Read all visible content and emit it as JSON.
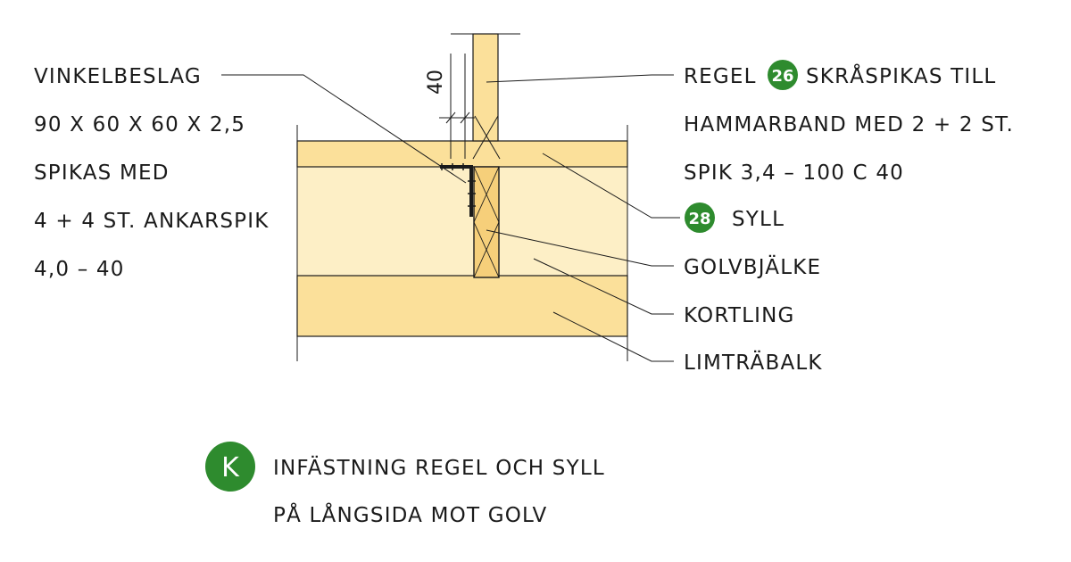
{
  "left_note": {
    "lines": [
      "VINKELBESLAG",
      "90 X 60 X 60 X 2,5",
      "SPIKAS MED",
      "4 + 4 ST. ANKARSPIK",
      "4,0 – 40"
    ]
  },
  "right_note": {
    "line1_before": "REGEL",
    "line1_badge": "26",
    "line1_after": "SKRÅSPIKAS TILL",
    "line2": "HAMMARBAND MED 2 + 2 ST.",
    "line3": "SPIK 3,4 – 100 C 40"
  },
  "labels": {
    "syll_badge": "28",
    "syll": "SYLL",
    "golvbjalke": "GOLVBJÄLKE",
    "kortling": "KORTLING",
    "limtrabalk": "LIMTRÄBALK"
  },
  "dimension": "40",
  "caption": {
    "badge": "K",
    "line1": "INFÄSTNING REGEL OCH SYLL",
    "line2": "PÅ LÅNGSIDA MOT GOLV"
  },
  "colors": {
    "badge_green": "#2e8b2e",
    "wood_light": "#fdefc6",
    "wood_mid": "#fbe09a",
    "joist_fill": "#f6cf7a"
  }
}
